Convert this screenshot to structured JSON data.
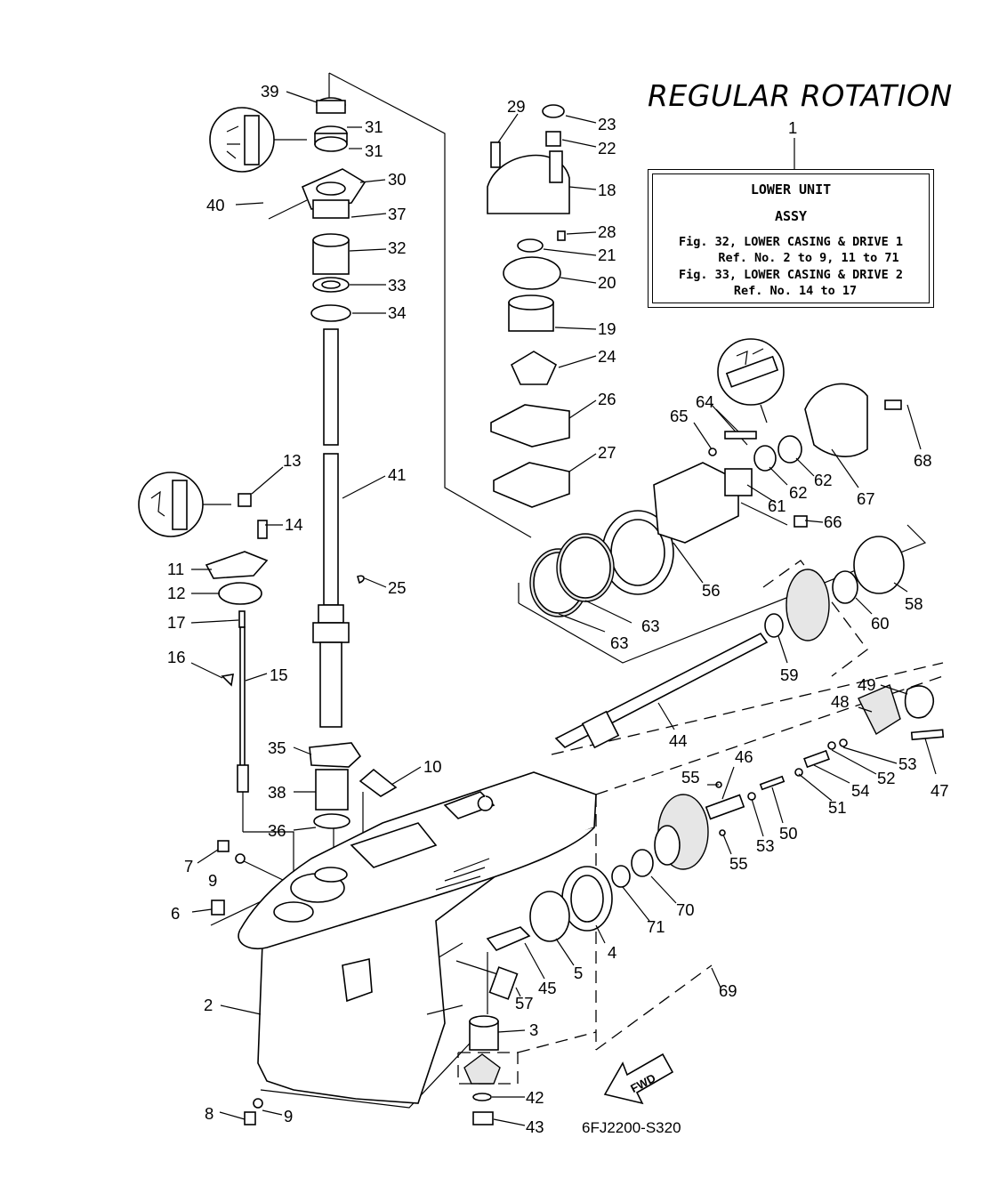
{
  "title": "REGULAR ROTATION",
  "info_box": {
    "ref_number": "1",
    "line1": "LOWER UNIT",
    "line2": "ASSY",
    "line3": "Fig. 32, LOWER CASING & DRIVE 1",
    "line4": "Ref. No. 2 to 9, 11 to 71",
    "line5": "Fig. 33, LOWER CASING & DRIVE 2",
    "line6": "Ref. No. 14 to 17"
  },
  "drawing_code": "6FJ2200-S320",
  "fwd_label": "FWD",
  "callouts": [
    {
      "id": "39",
      "text": "39"
    },
    {
      "id": "31a",
      "text": "31"
    },
    {
      "id": "31b",
      "text": "31"
    },
    {
      "id": "30",
      "text": "30"
    },
    {
      "id": "40",
      "text": "40"
    },
    {
      "id": "37",
      "text": "37"
    },
    {
      "id": "32",
      "text": "32"
    },
    {
      "id": "33",
      "text": "33"
    },
    {
      "id": "34",
      "text": "34"
    },
    {
      "id": "29",
      "text": "29"
    },
    {
      "id": "23",
      "text": "23"
    },
    {
      "id": "22",
      "text": "22"
    },
    {
      "id": "18",
      "text": "18"
    },
    {
      "id": "28",
      "text": "28"
    },
    {
      "id": "21",
      "text": "21"
    },
    {
      "id": "20",
      "text": "20"
    },
    {
      "id": "19",
      "text": "19"
    },
    {
      "id": "24",
      "text": "24"
    },
    {
      "id": "26",
      "text": "26"
    },
    {
      "id": "27",
      "text": "27"
    },
    {
      "id": "41",
      "text": "41"
    },
    {
      "id": "13",
      "text": "13"
    },
    {
      "id": "14",
      "text": "14"
    },
    {
      "id": "11",
      "text": "11"
    },
    {
      "id": "12",
      "text": "12"
    },
    {
      "id": "17",
      "text": "17"
    },
    {
      "id": "25",
      "text": "25"
    },
    {
      "id": "16",
      "text": "16"
    },
    {
      "id": "15",
      "text": "15"
    },
    {
      "id": "35",
      "text": "35"
    },
    {
      "id": "10",
      "text": "10"
    },
    {
      "id": "38",
      "text": "38"
    },
    {
      "id": "36",
      "text": "36"
    },
    {
      "id": "7",
      "text": "7"
    },
    {
      "id": "9a",
      "text": "9"
    },
    {
      "id": "6",
      "text": "6"
    },
    {
      "id": "2",
      "text": "2"
    },
    {
      "id": "8",
      "text": "8"
    },
    {
      "id": "9b",
      "text": "9"
    },
    {
      "id": "65",
      "text": "65"
    },
    {
      "id": "64",
      "text": "64"
    },
    {
      "id": "68",
      "text": "68"
    },
    {
      "id": "62a",
      "text": "62"
    },
    {
      "id": "62b",
      "text": "62"
    },
    {
      "id": "67",
      "text": "67"
    },
    {
      "id": "61",
      "text": "61"
    },
    {
      "id": "66",
      "text": "66"
    },
    {
      "id": "56",
      "text": "56"
    },
    {
      "id": "58",
      "text": "58"
    },
    {
      "id": "60",
      "text": "60"
    },
    {
      "id": "63a",
      "text": "63"
    },
    {
      "id": "63b",
      "text": "63"
    },
    {
      "id": "59",
      "text": "59"
    },
    {
      "id": "49",
      "text": "49"
    },
    {
      "id": "48",
      "text": "48"
    },
    {
      "id": "44",
      "text": "44"
    },
    {
      "id": "53a",
      "text": "53"
    },
    {
      "id": "52",
      "text": "52"
    },
    {
      "id": "47",
      "text": "47"
    },
    {
      "id": "46",
      "text": "46"
    },
    {
      "id": "54",
      "text": "54"
    },
    {
      "id": "55a",
      "text": "55"
    },
    {
      "id": "51",
      "text": "51"
    },
    {
      "id": "50",
      "text": "50"
    },
    {
      "id": "53b",
      "text": "53"
    },
    {
      "id": "55b",
      "text": "55"
    },
    {
      "id": "70",
      "text": "70"
    },
    {
      "id": "71",
      "text": "71"
    },
    {
      "id": "4",
      "text": "4"
    },
    {
      "id": "5",
      "text": "5"
    },
    {
      "id": "45",
      "text": "45"
    },
    {
      "id": "57",
      "text": "57"
    },
    {
      "id": "69",
      "text": "69"
    },
    {
      "id": "3",
      "text": "3"
    },
    {
      "id": "42",
      "text": "42"
    },
    {
      "id": "43",
      "text": "43"
    }
  ]
}
